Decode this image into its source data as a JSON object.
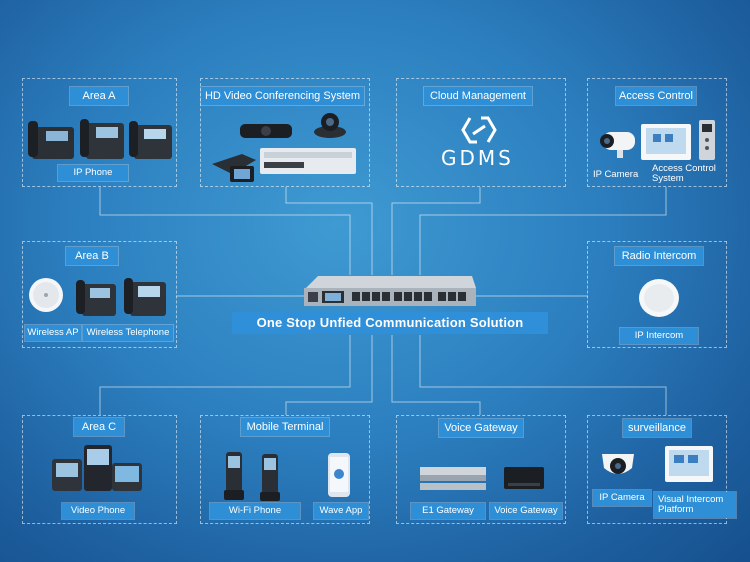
{
  "center": {
    "title": "One Stop Unfied Communication Solution"
  },
  "area_a": {
    "title": "Area A",
    "label": "IP Phone"
  },
  "hd_video": {
    "title": "HD Video Conferencing System"
  },
  "cloud": {
    "title": "Cloud Management",
    "logo_text": "GDMS"
  },
  "access": {
    "title": "Access Control",
    "label_camera": "IP Camera",
    "label_system_line1": "Access Control",
    "label_system_line2": "System"
  },
  "area_b": {
    "title": "Area B",
    "label_ap": "Wireless AP",
    "label_phone": "Wireless Telephone"
  },
  "radio": {
    "title": "Radio Intercom",
    "label": "IP Intercom"
  },
  "area_c": {
    "title": "Area C",
    "label": "Video Phone"
  },
  "mobile": {
    "title": "Mobile Terminal",
    "label_wifi": "Wi-Fi Phone",
    "label_app": "Wave App"
  },
  "voice": {
    "title": "Voice Gateway",
    "label_e1": "E1 Gateway",
    "label_vg": "Voice Gateway"
  },
  "surveillance": {
    "title": "surveillance",
    "label_camera": "IP Camera",
    "label_platform_line1": "Visual Intercom",
    "label_platform_line2": "Platform"
  },
  "icons": [
    "desk-phone",
    "video-conference-camera",
    "server",
    "gdms-logo",
    "security-camera",
    "access-panel",
    "wireless-ap",
    "ip-pbx",
    "intercom-disc",
    "dect-phone",
    "smartphone",
    "gateway",
    "dome-camera",
    "touch-panel"
  ],
  "colors": {
    "tag_bg": "#2e8fd6",
    "background": "#2c7fbf"
  }
}
